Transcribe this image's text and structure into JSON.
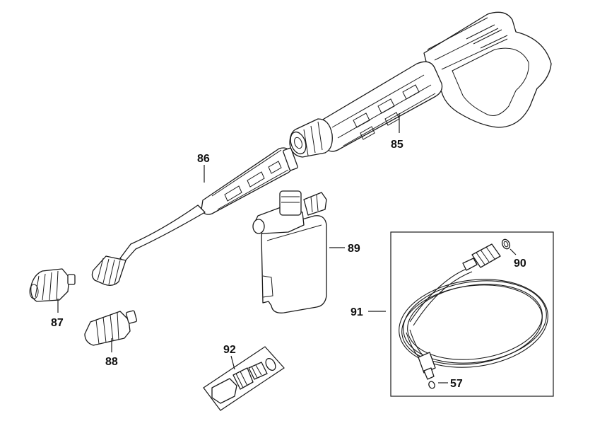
{
  "parts": [
    {
      "id": "85",
      "label": "85"
    },
    {
      "id": "86",
      "label": "86"
    },
    {
      "id": "87",
      "label": "87"
    },
    {
      "id": "88",
      "label": "88"
    },
    {
      "id": "89",
      "label": "89"
    },
    {
      "id": "90",
      "label": "90"
    },
    {
      "id": "91",
      "label": "91"
    },
    {
      "id": "92",
      "label": "92"
    },
    {
      "id": "57",
      "label": "57"
    }
  ]
}
